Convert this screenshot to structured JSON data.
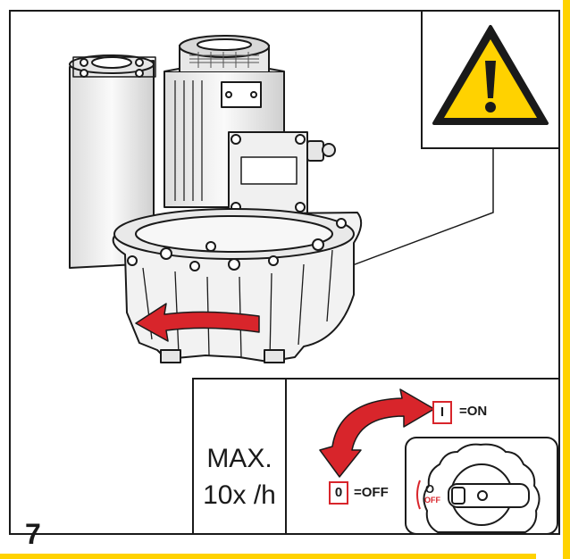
{
  "figure": {
    "number": "7",
    "max_label": "MAX.",
    "rate_label": "10x /h"
  },
  "switch": {
    "on_key": "I",
    "on_text": "=ON",
    "off_key": "0",
    "off_text": "=OFF",
    "dial_o": "O",
    "dial_off": "OFF"
  },
  "colors": {
    "line": "#1a1a1a",
    "accent_red": "#d8252b",
    "warning_yellow": "#ffd200",
    "pump_fill": "#f2f2f2",
    "pump_shade": "#c9c9c9"
  },
  "icons": {
    "warning": "warning-triangle-icon",
    "rotation": "rotation-arrow-icon",
    "switch_arrow": "switch-arrow-icon"
  }
}
